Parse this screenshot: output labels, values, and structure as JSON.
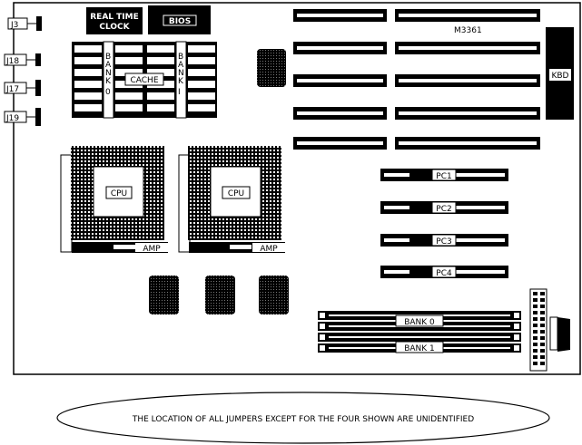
{
  "board": {
    "model": "M3361",
    "real_time_clock": [
      "REAL TIME",
      "CLOCK"
    ],
    "bios": "BIOS",
    "kbd": "KBD",
    "cache": "CACHE",
    "cache_bank0": "BANK 0",
    "cache_bank1": "BANK 1"
  },
  "jumpers": [
    "J3",
    "J18",
    "J17",
    "J19"
  ],
  "cpus": [
    {
      "label": "CPU",
      "socket": "AMP"
    },
    {
      "label": "CPU",
      "socket": "AMP"
    }
  ],
  "pc_slots": [
    "PC1",
    "PC2",
    "PC3",
    "PC4"
  ],
  "memory_banks": [
    "BANK 0",
    "BANK 1"
  ],
  "note": "THE LOCATION OF ALL JUMPERS EXCEPT FOR THE FOUR SHOWN ARE UNIDENTIFIED",
  "colors": {
    "ink": "#000000",
    "paper": "#ffffff"
  }
}
